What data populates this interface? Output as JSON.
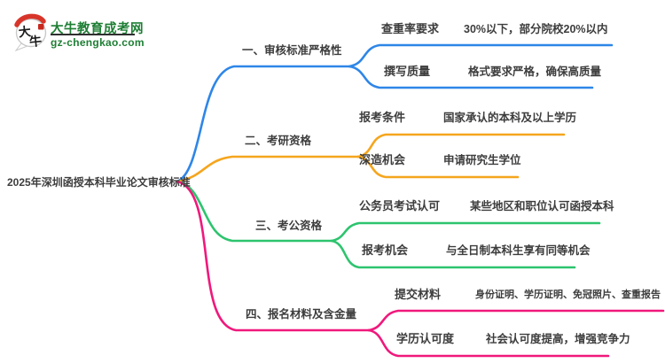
{
  "logo": {
    "icon_text_top": "大",
    "icon_text_bottom": "牛",
    "site_name": "大牛教育成考网",
    "site_url": "gz-chengkao.com",
    "green": "#1E7E34",
    "red": "#D8352A"
  },
  "mindmap": {
    "root": "2025年深圳函授本科毕业论文审核标准",
    "text_color": "#3D3D3D",
    "branches": [
      {
        "label": "一、审核标准严格性",
        "color": "#2E86E8",
        "children": [
          {
            "label": "查重率要求",
            "value": "30%以下，部分院校20%以内"
          },
          {
            "label": "撰写质量",
            "value": "格式要求严格，确保高质量"
          }
        ]
      },
      {
        "label": "二、考研资格",
        "color": "#F5A51D",
        "children": [
          {
            "label": "报考条件",
            "value": "国家承认的本科及以上学历"
          },
          {
            "label": "深造机会",
            "value": "申请研究生学位"
          }
        ]
      },
      {
        "label": "三、考公资格",
        "color": "#2DC46E",
        "children": [
          {
            "label": "公务员考试认可",
            "value": "某些地区和职位认可函授本科"
          },
          {
            "label": "报考机会",
            "value": "与全日制本科生享有同等机会"
          }
        ]
      },
      {
        "label": "四、报名材料及含金量",
        "color": "#F0187C",
        "children": [
          {
            "label": "提交材料",
            "value": "身份证明、学历证明、免冠照片、查重报告"
          },
          {
            "label": "学历认可度",
            "value": "社会认可度提高，增强竞争力"
          }
        ]
      }
    ]
  }
}
